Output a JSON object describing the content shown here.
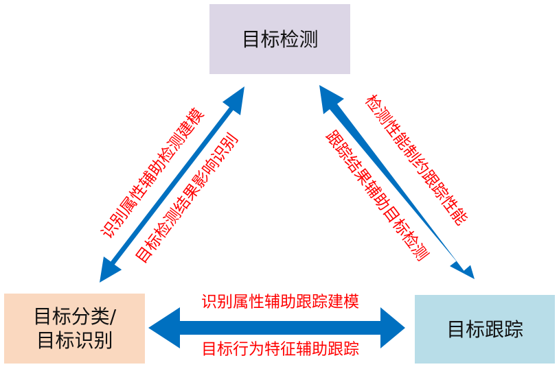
{
  "colors": {
    "arrow": "#0070C0",
    "label_text": "#FF0000",
    "detection_box": "#DCD6E6",
    "classification_box": "#FAD8BF",
    "tracking_box": "#B8DDE8"
  },
  "nodes": {
    "detection": {
      "label": "目标检测"
    },
    "classification": {
      "line1": "目标分类/",
      "line2": "目标识别"
    },
    "tracking": {
      "label": "目标跟踪"
    }
  },
  "edges": {
    "left_upper": "识别属性辅助检测建模",
    "left_lower": "目标检测结果影响识别",
    "right_upper": "检测性能制约跟踪性能",
    "right_lower": "跟踪结果辅助目标检测",
    "bottom_upper": "识别属性辅助跟踪建模",
    "bottom_lower": "目标行为特征辅助跟踪"
  }
}
